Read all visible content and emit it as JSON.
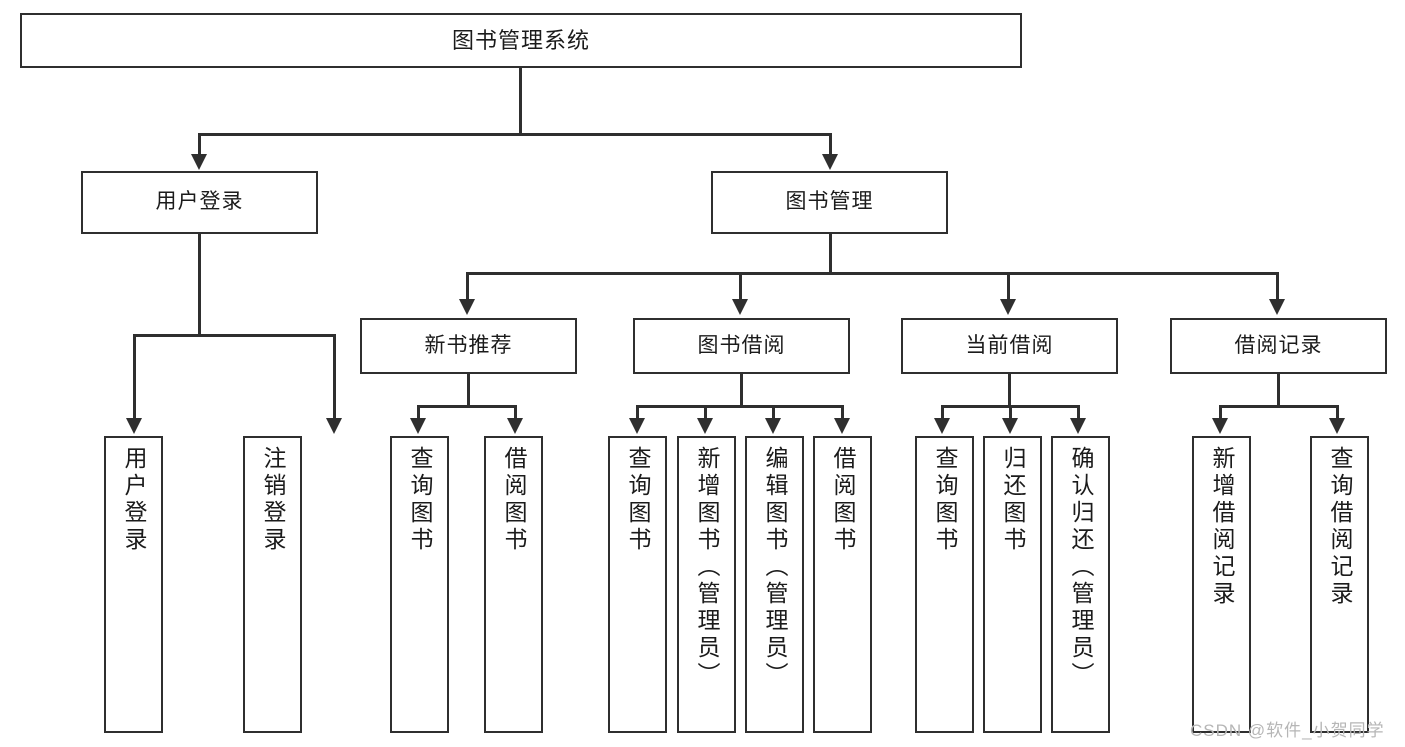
{
  "diagram": {
    "type": "tree-hierarchy",
    "title": "图书管理系统",
    "orientation": "top-down",
    "colors": {
      "line": "#2f2f2f",
      "box_fill": "#ffffff",
      "text": "#1b1b1b",
      "watermark": "#b6b6b6"
    },
    "levels": {
      "root": {
        "label": "图书管理系统"
      },
      "level2": [
        {
          "label": "用户登录"
        },
        {
          "label": "图书管理"
        }
      ],
      "level3": [
        {
          "label": "新书推荐"
        },
        {
          "label": "图书借阅"
        },
        {
          "label": "当前借阅"
        },
        {
          "label": "借阅记录"
        }
      ],
      "leaves": {
        "user_login": [
          {
            "label": "用户登录"
          },
          {
            "label": "注销登录"
          }
        ],
        "new_book_recommend": [
          {
            "label": "查询图书"
          },
          {
            "label": "借阅图书"
          }
        ],
        "book_borrow": [
          {
            "label": "查询图书"
          },
          {
            "label": "新增图书（管理员）"
          },
          {
            "label": "编辑图书（管理员）"
          },
          {
            "label": "借阅图书"
          }
        ],
        "current_borrow": [
          {
            "label": "查询图书"
          },
          {
            "label": "归还图书"
          },
          {
            "label": "确认归还（管理员）"
          }
        ],
        "borrow_record": [
          {
            "label": "新增借阅记录"
          },
          {
            "label": "查询借阅记录"
          }
        ]
      }
    }
  },
  "watermark": {
    "text": "CSDN @软件_小贺同学"
  }
}
